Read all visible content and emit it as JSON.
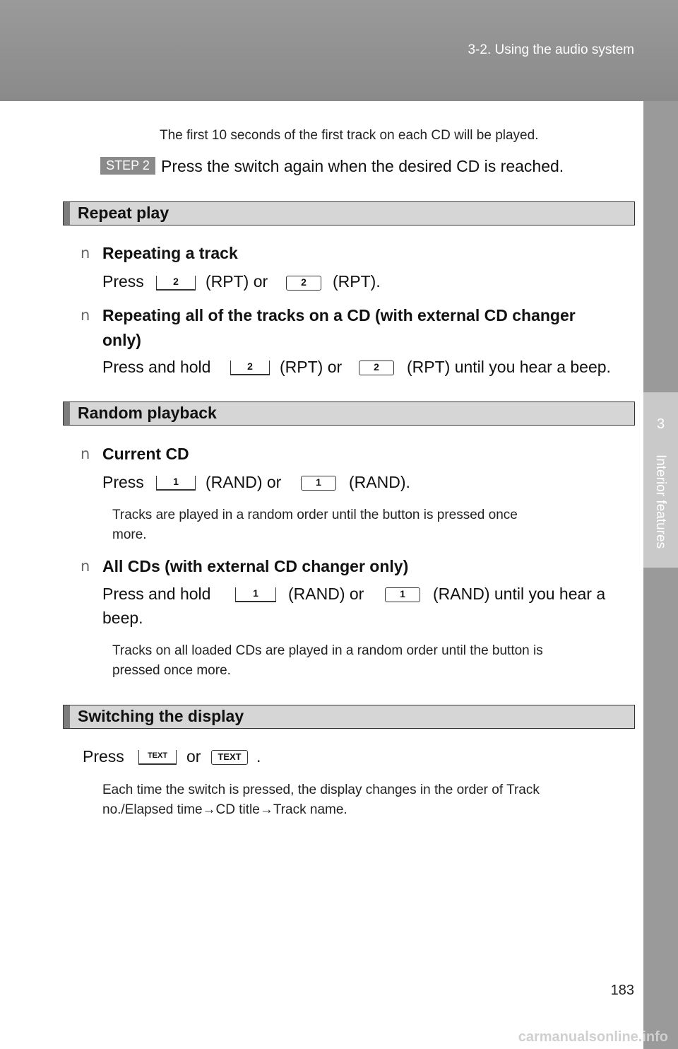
{
  "header": {
    "section_title": "3-2. Using the audio system"
  },
  "side_tab": {
    "number": "3",
    "label": "Interior features"
  },
  "intro_note": "The first 10 seconds of the first track on each CD will be played.",
  "step2": {
    "badge": "STEP 2",
    "text": "Press the switch again when the desired CD is reached."
  },
  "repeat": {
    "heading": "Repeat play",
    "track_title": "Repeating a track",
    "track_press": "Press",
    "track_rpt1": "(RPT) or",
    "track_rpt2": "(RPT).",
    "all_title_1": "Repeating all of the tracks on a CD (with external CD changer",
    "all_title_2": "only)",
    "all_press": "Press and hold",
    "all_rpt1": "(RPT) or",
    "all_rpt2": "(RPT) until you hear a beep."
  },
  "random": {
    "heading": "Random playback",
    "current_title": "Current CD",
    "current_press": "Press",
    "current_rand1": "(RAND) or",
    "current_rand2": "(RAND).",
    "current_note_1": "Tracks are played in a random order until the button is pressed once",
    "current_note_2": "more.",
    "all_title": "All CDs (with external CD changer only)",
    "all_press": "Press and hold",
    "all_rand1": "(RAND) or",
    "all_rand2": "(RAND) until you hear a",
    "all_beep": "beep.",
    "all_note_1": "Tracks on all loaded CDs are played in a random order until the button is",
    "all_note_2": "pressed once more."
  },
  "display": {
    "heading": "Switching the display",
    "press": "Press",
    "or": "or",
    "period": ".",
    "note_1": "Each time the switch is pressed, the display changes in the order of Track",
    "note_2": "no./Elapsed time→CD title→Track name."
  },
  "buttons": {
    "two": "2",
    "one": "1",
    "text": "TEXT"
  },
  "bullet": "n",
  "page_number": "183",
  "watermark": "carmanualsonline.info"
}
